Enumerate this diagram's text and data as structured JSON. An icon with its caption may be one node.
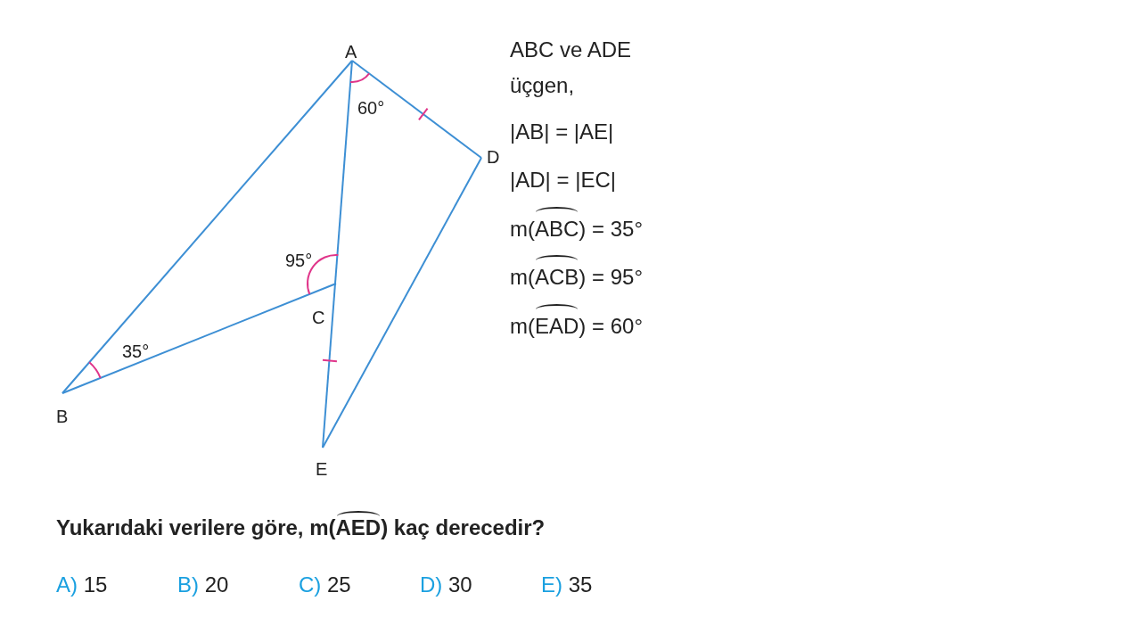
{
  "diagram": {
    "labels": [
      "A",
      "60°",
      "D",
      "95°",
      "C",
      "35°",
      "B",
      "E",
      "ABC ve ADE üçgen,",
      "|AB| = |AE|",
      "|AD| = |EC|",
      "m(ABC) = 35°",
      "m(ACB) = 95°",
      "m(EAD) = 60°",
      "Yukarıdaki verilere göre, m(AED) kaç derecedir?",
      "A) 15",
      "B) 20",
      "C) 25",
      "D) 30",
      "E) 35"
    ]
  }
}
